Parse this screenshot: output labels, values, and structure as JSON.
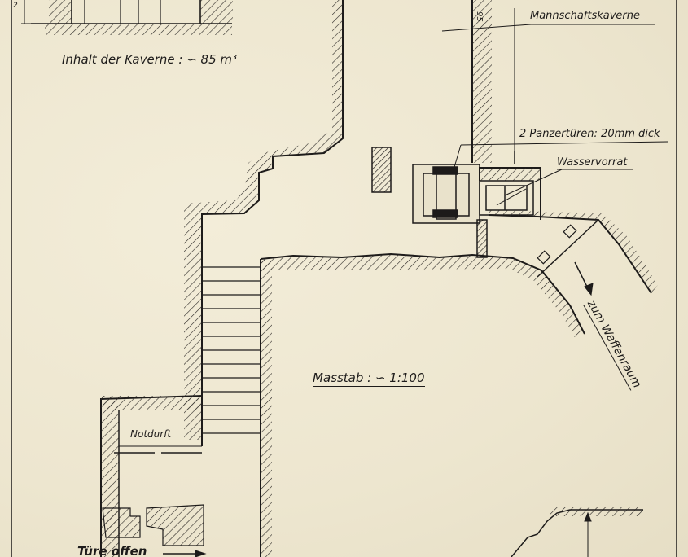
{
  "labels": {
    "inhalt": "Inhalt der Kaverne : ∽ 85 m³",
    "mannschaftskaverne": "Mannschaftskaverne",
    "panzertueren": "2 Panzertüren: 20mm dick",
    "wasservorrat": "Wasservorrat",
    "massstab": "Masstab : ∽ 1:100",
    "zum_waffenraum": "zum Waffenraum",
    "notdurft": "Notdurft",
    "tuere_offen": "Türe offen",
    "dim_95": "95",
    "dim_2": "2"
  },
  "colors": {
    "ink": "#1d1b1a",
    "paper": "#efe9d6"
  }
}
